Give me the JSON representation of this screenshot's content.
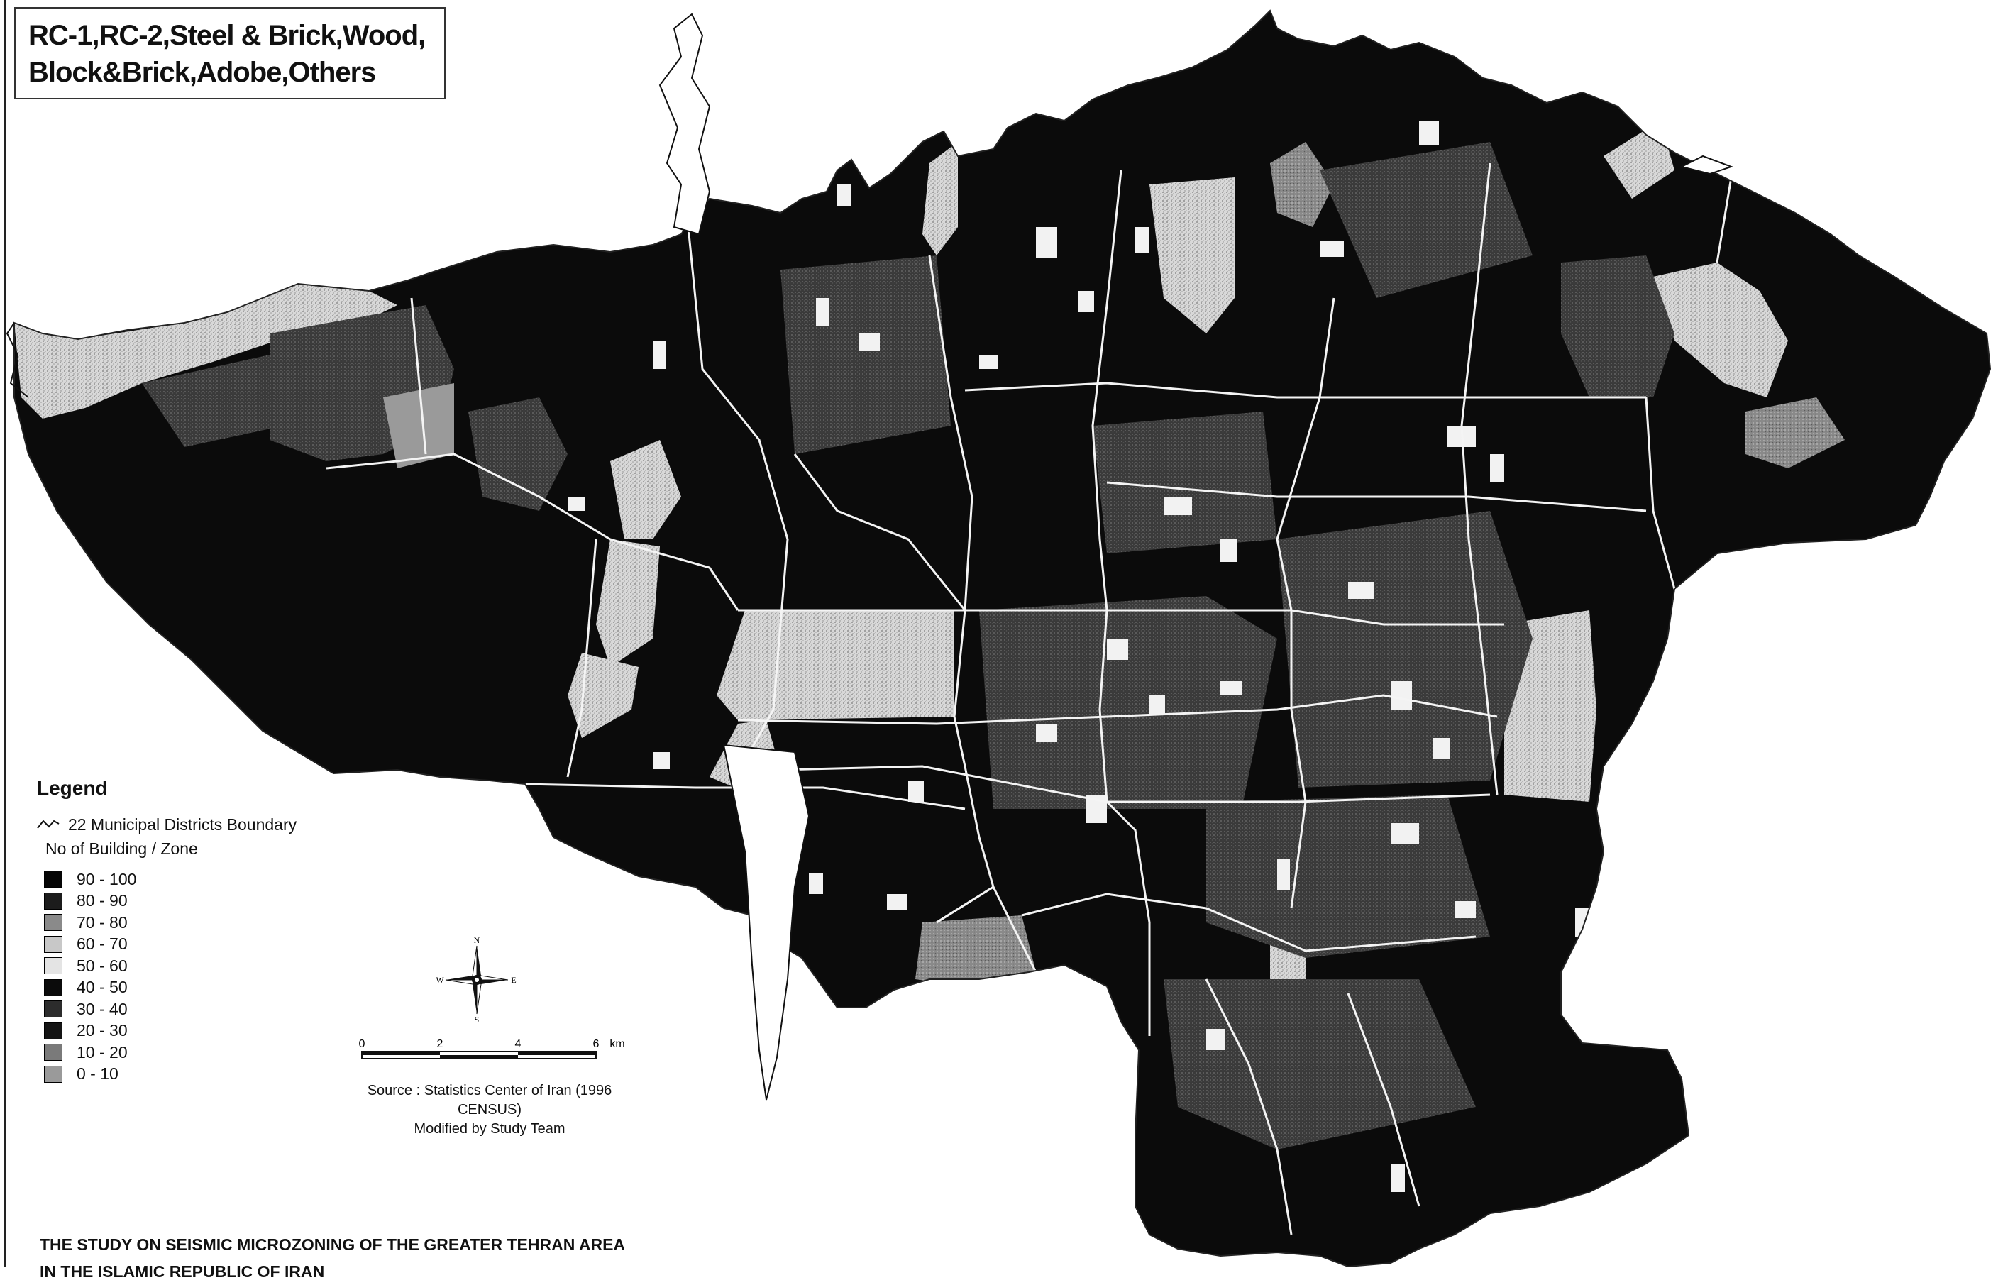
{
  "title": {
    "line1": "RC-1,RC-2,Steel & Brick,Wood,",
    "line2": "Block&Brick,Adobe,Others"
  },
  "legend": {
    "heading": "Legend",
    "boundary_label": "22 Municipal Districts Boundary",
    "subtitle": "No of Building / Zone",
    "classes": [
      {
        "label": "90 - 100",
        "color": "#050505"
      },
      {
        "label": "80 - 90",
        "color": "#1c1c1c"
      },
      {
        "label": "70 - 80",
        "color": "#8a8a8a"
      },
      {
        "label": "60 - 70",
        "color": "#c8c8c8"
      },
      {
        "label": "50 - 60",
        "color": "#e4e4e4"
      },
      {
        "label": "40 - 50",
        "color": "#0b0b0b"
      },
      {
        "label": "30 - 40",
        "color": "#2c2c2c"
      },
      {
        "label": "20 - 30",
        "color": "#141414"
      },
      {
        "label": "10 - 20",
        "color": "#7a7a7a"
      },
      {
        "label": "0 - 10",
        "color": "#9a9a9a"
      }
    ]
  },
  "compass": {
    "n": "N",
    "s": "S",
    "e": "E",
    "w": "W",
    "icon": "north-arrow-icon"
  },
  "scale": {
    "ticks": [
      "0",
      "2",
      "4",
      "6"
    ],
    "unit": "km"
  },
  "source": {
    "line1": "Source : Statistics Center of Iran (1996 CENSUS)",
    "line2": "Modified by Study Team"
  },
  "footer": {
    "line1": "THE STUDY ON SEISMIC MICROZONING OF THE GREATER TEHRAN AREA",
    "line2": "IN THE ISLAMIC REPUBLIC OF IRAN"
  }
}
